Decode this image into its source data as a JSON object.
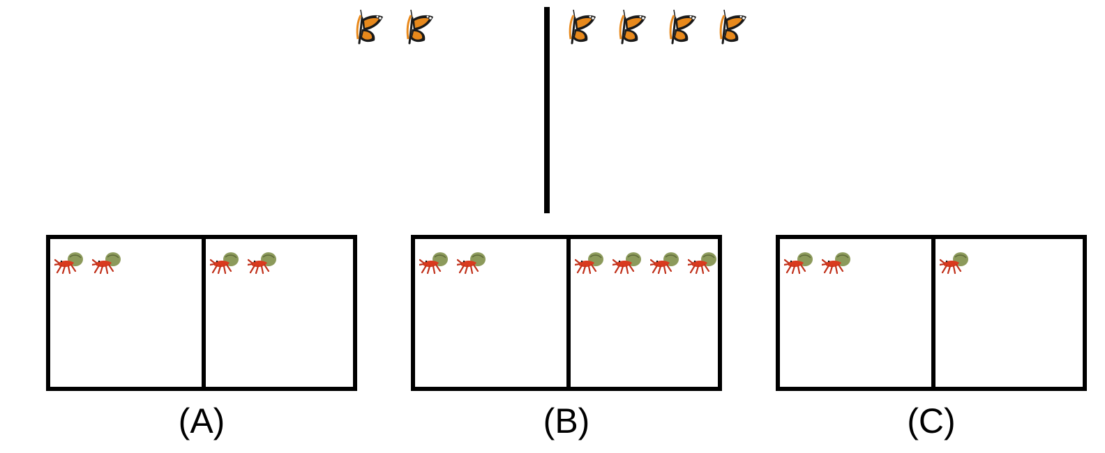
{
  "balance": {
    "left_items": {
      "icon": "butterfly-icon",
      "count": 2
    },
    "right_items": {
      "icon": "butterfly-icon",
      "count": 4
    }
  },
  "options": [
    {
      "label": "(A)",
      "left_count": 2,
      "right_count": 2,
      "icon": "hermit-crab-icon"
    },
    {
      "label": "(B)",
      "left_count": 2,
      "right_count": 4,
      "icon": "hermit-crab-icon"
    },
    {
      "label": "(C)",
      "left_count": 2,
      "right_count": 1,
      "icon": "hermit-crab-icon"
    }
  ],
  "colors": {
    "line": "#000000",
    "butterfly_orange": "#E8891C",
    "butterfly_black": "#1A1A1A",
    "crab_red": "#D93A1E",
    "shell_green": "#8C9A5B"
  }
}
